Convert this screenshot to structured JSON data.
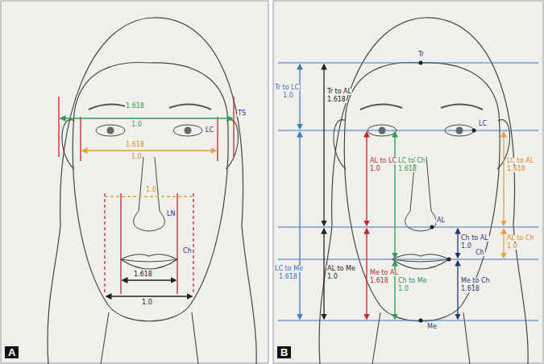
{
  "diagram": {
    "labels": [
      "1.618",
      "1.0",
      "TS",
      "LC",
      "1.618",
      "1.0",
      "1.0",
      "LN",
      "Ch",
      "1.618",
      "1.0",
      "A",
      "Tr",
      "Tr to AL",
      "1.618",
      "Tr to LC",
      "1.0",
      "LC",
      "AL to LC",
      "1.0",
      "LC to Ch",
      "1.618",
      "LC to AL",
      "1.618",
      "AL",
      "Ch to AL",
      "1.0",
      "AL to Ch",
      "1.0",
      "Ch",
      "LC to Me",
      "1.618",
      "AL to Me",
      "1.0",
      "Me to AL",
      "1.618",
      "Ch to Me",
      "1.0",
      "Me to Ch",
      "1.618",
      "Me",
      "B"
    ]
  }
}
